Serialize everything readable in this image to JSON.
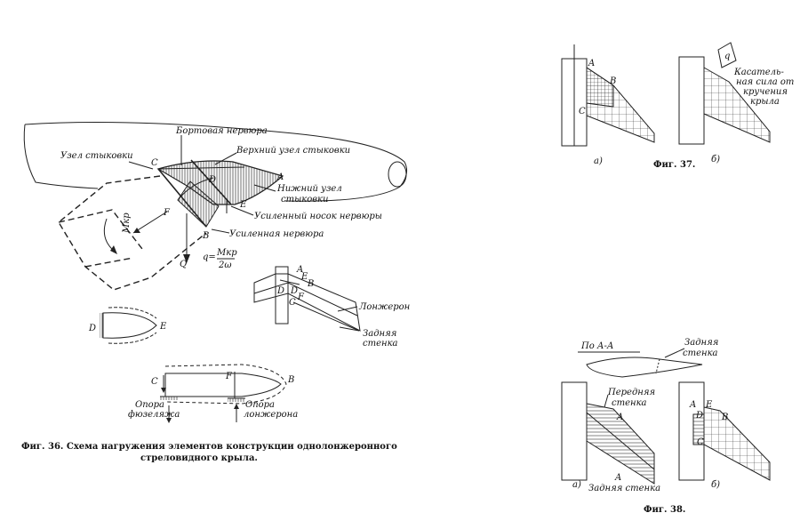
{
  "fig36": {
    "caption_line1": "Фиг. 36. Схема нагружения элементов конструкции однолонжеронного",
    "caption_line2": "стреловидного крыла.",
    "labels": {
      "bort_rib": "Бортовая нервюра",
      "dock_node": "Узел стыковки",
      "upper_node": "Верхний узел стыковки",
      "lower_node_1": "Нижний узел",
      "lower_node_2": "стыковки",
      "nose_rib": "Усиленный носок нервюры",
      "strong_rib": "Усиленная нервюра",
      "spar": "Лонжерон",
      "rear_wall_1": "Задняя",
      "rear_wall_2": "стенка",
      "support_fus_1": "Опора",
      "support_fus_2": "фюзеляжа",
      "support_spar_1": "Опора",
      "support_spar_2": "лонжерона",
      "formula_q": "q=",
      "formula_num": "Mкр",
      "formula_den": "2ω",
      "moment": "Mкр"
    },
    "letters": [
      "A",
      "B",
      "C",
      "D",
      "E",
      "F",
      "Q"
    ]
  },
  "fig37": {
    "caption": "Фиг. 37.",
    "sub_a": "а)",
    "sub_b": "б)",
    "shear_1": "Касатель-",
    "shear_2": "ная сила от",
    "shear_3": "кручения",
    "shear_4": "крыла",
    "letters": [
      "A",
      "B",
      "C",
      "q"
    ]
  },
  "fig38": {
    "caption": "Фиг. 38.",
    "section": "По А-А",
    "rear_wall_1": "Задняя",
    "rear_wall_2": "стенка",
    "front_wall_1": "Передняя",
    "front_wall_2": "стенка",
    "rear_wall_bottom": "Задняя стенка",
    "sub_a": "а)",
    "sub_b": "б)",
    "letters": [
      "A",
      "E",
      "D",
      "B",
      "C"
    ]
  }
}
